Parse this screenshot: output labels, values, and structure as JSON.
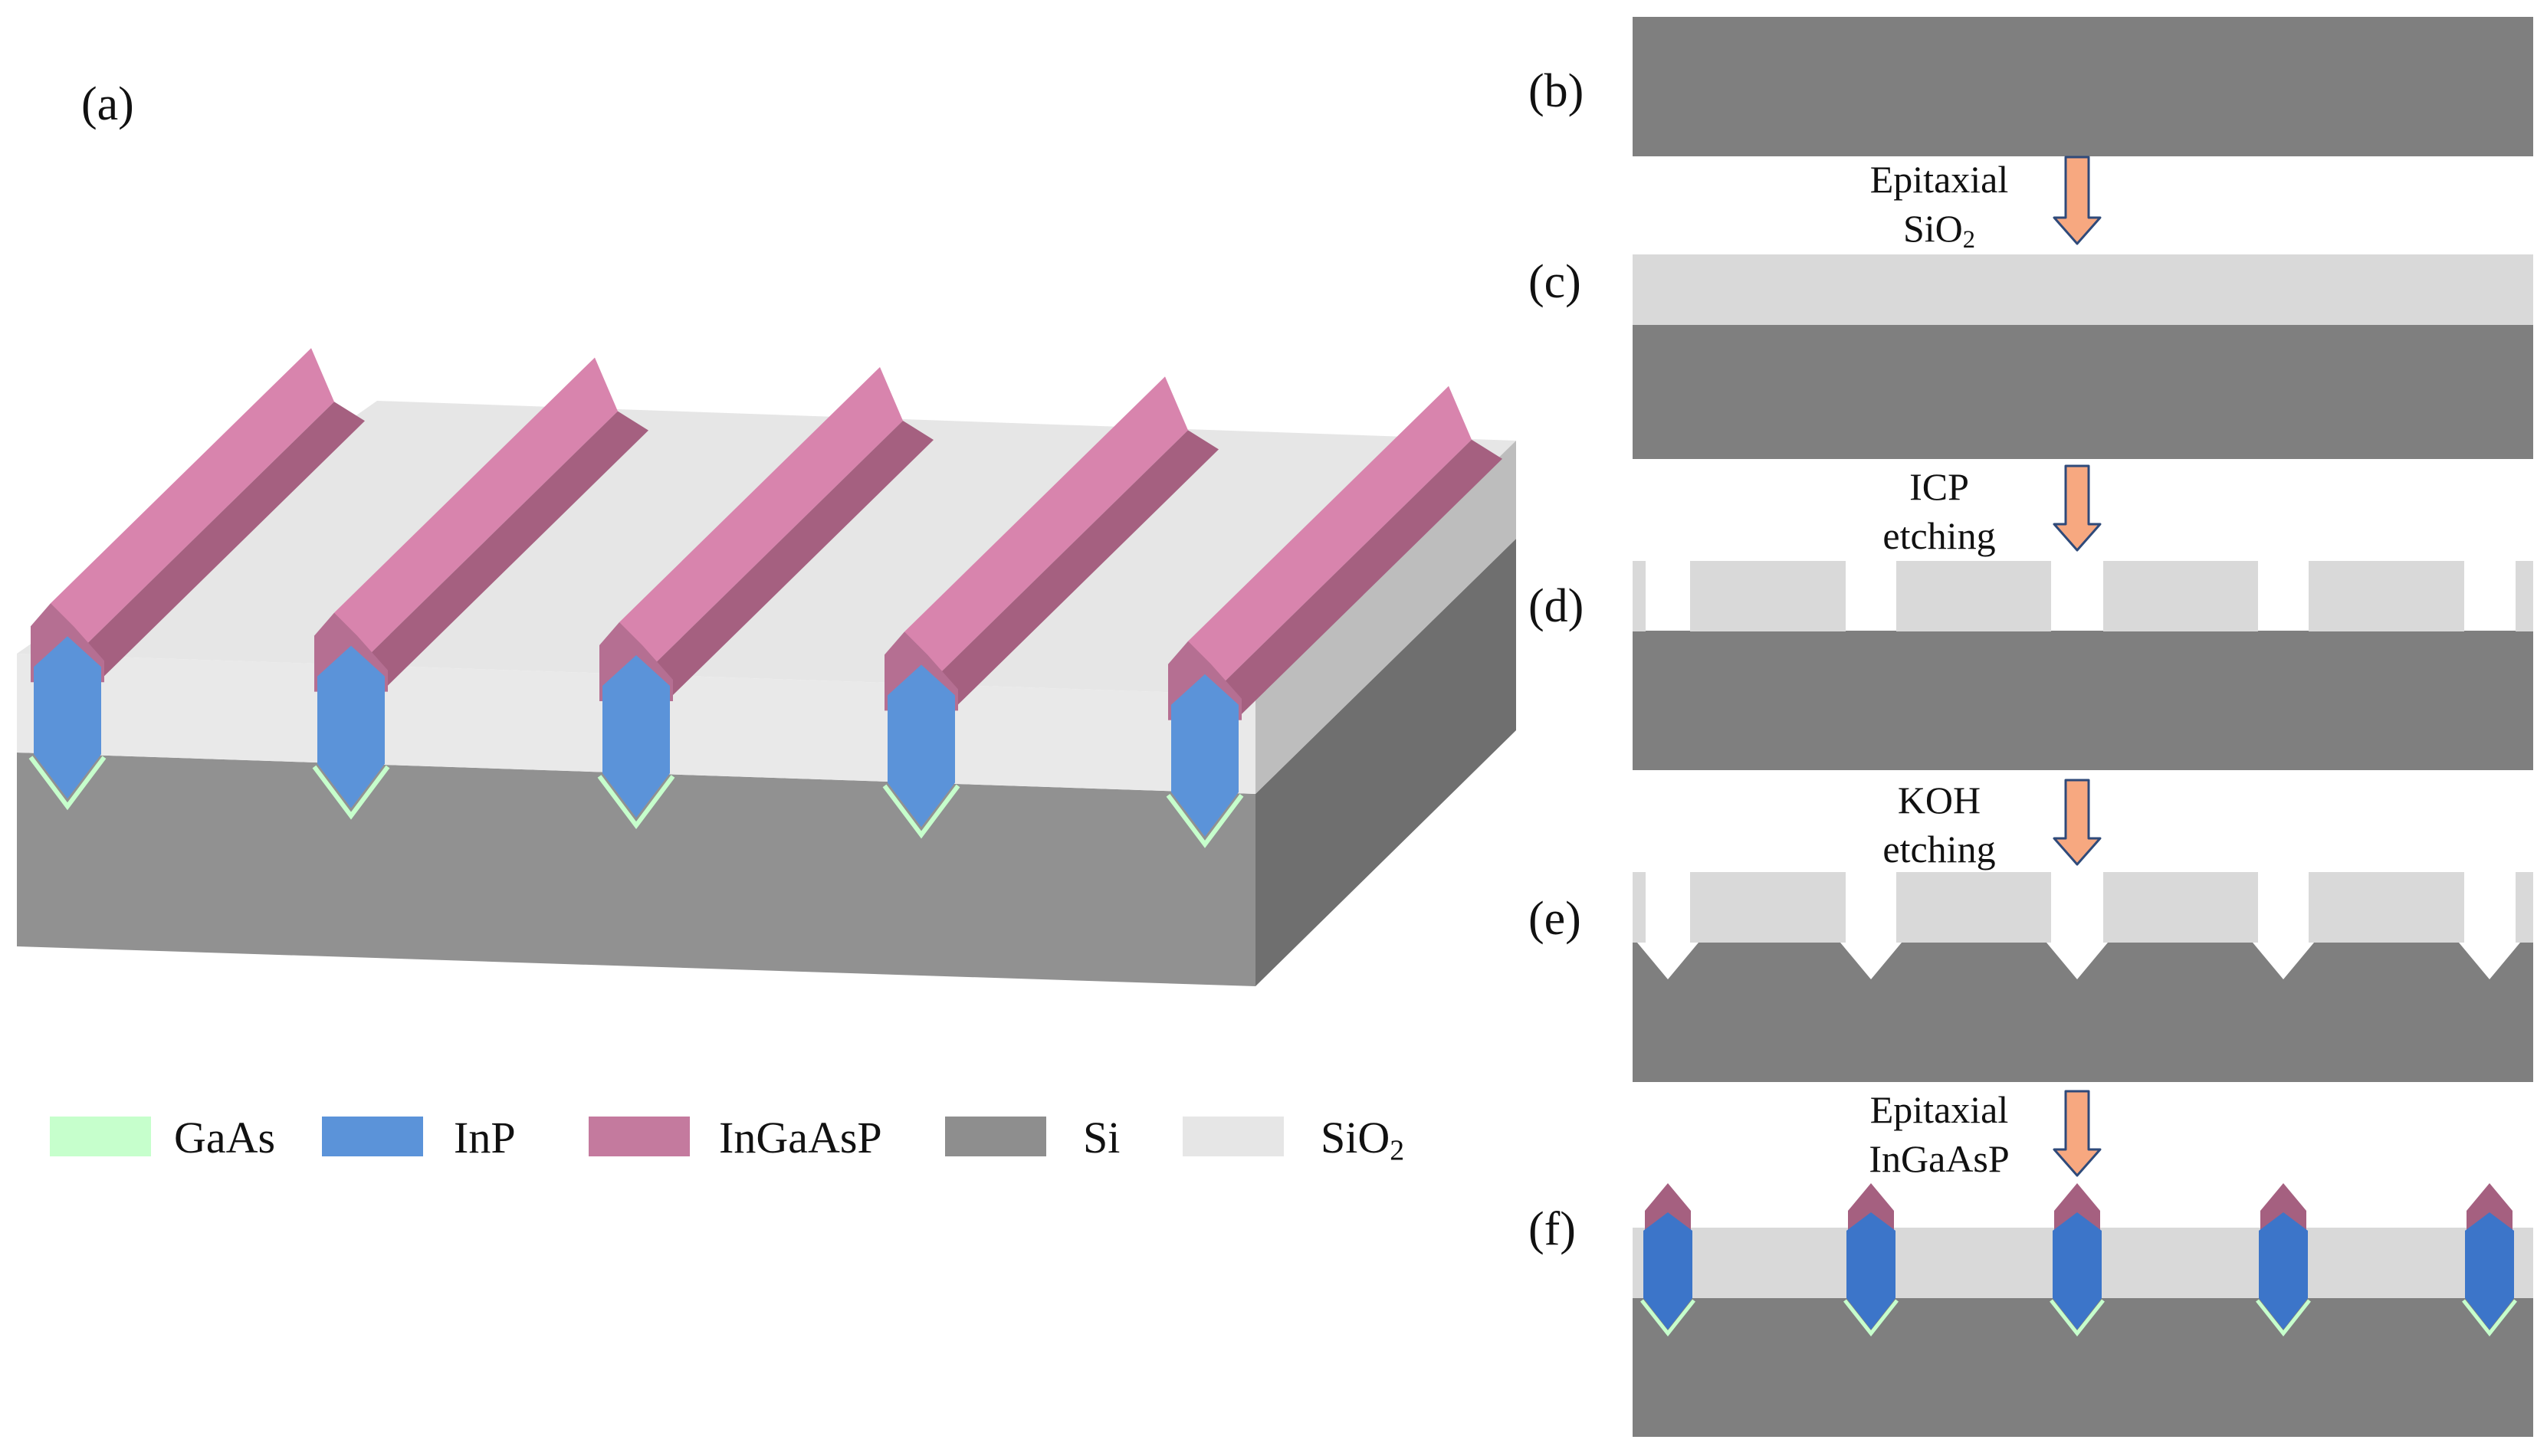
{
  "panels": {
    "a": "(a)",
    "b": "(b)",
    "c": "(c)",
    "d": "(d)",
    "e": "(e)",
    "f": "(f)"
  },
  "steps": [
    {
      "line1": "Epitaxial",
      "line2_base": "SiO",
      "line2_sub": "2"
    },
    {
      "line1": "ICP",
      "line2_base": "etching",
      "line2_sub": ""
    },
    {
      "line1": "KOH",
      "line2_base": "etching",
      "line2_sub": ""
    },
    {
      "line1": "Epitaxial",
      "line2_base": "InGaAsP",
      "line2_sub": ""
    }
  ],
  "legend": [
    {
      "label": "GaAs",
      "sub": "",
      "color": "#c6ffcc"
    },
    {
      "label": "InP",
      "sub": "",
      "color": "#5b93d9"
    },
    {
      "label": "InGaAsP",
      "sub": "",
      "color": "#c47a9e"
    },
    {
      "label": "Si",
      "sub": "",
      "color": "#8e8e8e"
    },
    {
      "label": "SiO",
      "sub": "2",
      "color": "#e6e6e6"
    }
  ],
  "colors": {
    "si_dark": "#7f7f7f",
    "si_front": "#919191",
    "si_side": "#6f6f6f",
    "sio2_top": "#e6e6e6",
    "sio2_side": "#bdbdbd",
    "sio2_flat": "#d9d9d9",
    "ridge_top": "#d884ad",
    "ridge_side": "#a56080",
    "inp": "#5b93d9",
    "inp_dark": "#3c75c9",
    "gaas": "#c6ffcc",
    "arrow_fill": "#f7a880",
    "arrow_stroke": "#2f4a7a"
  }
}
